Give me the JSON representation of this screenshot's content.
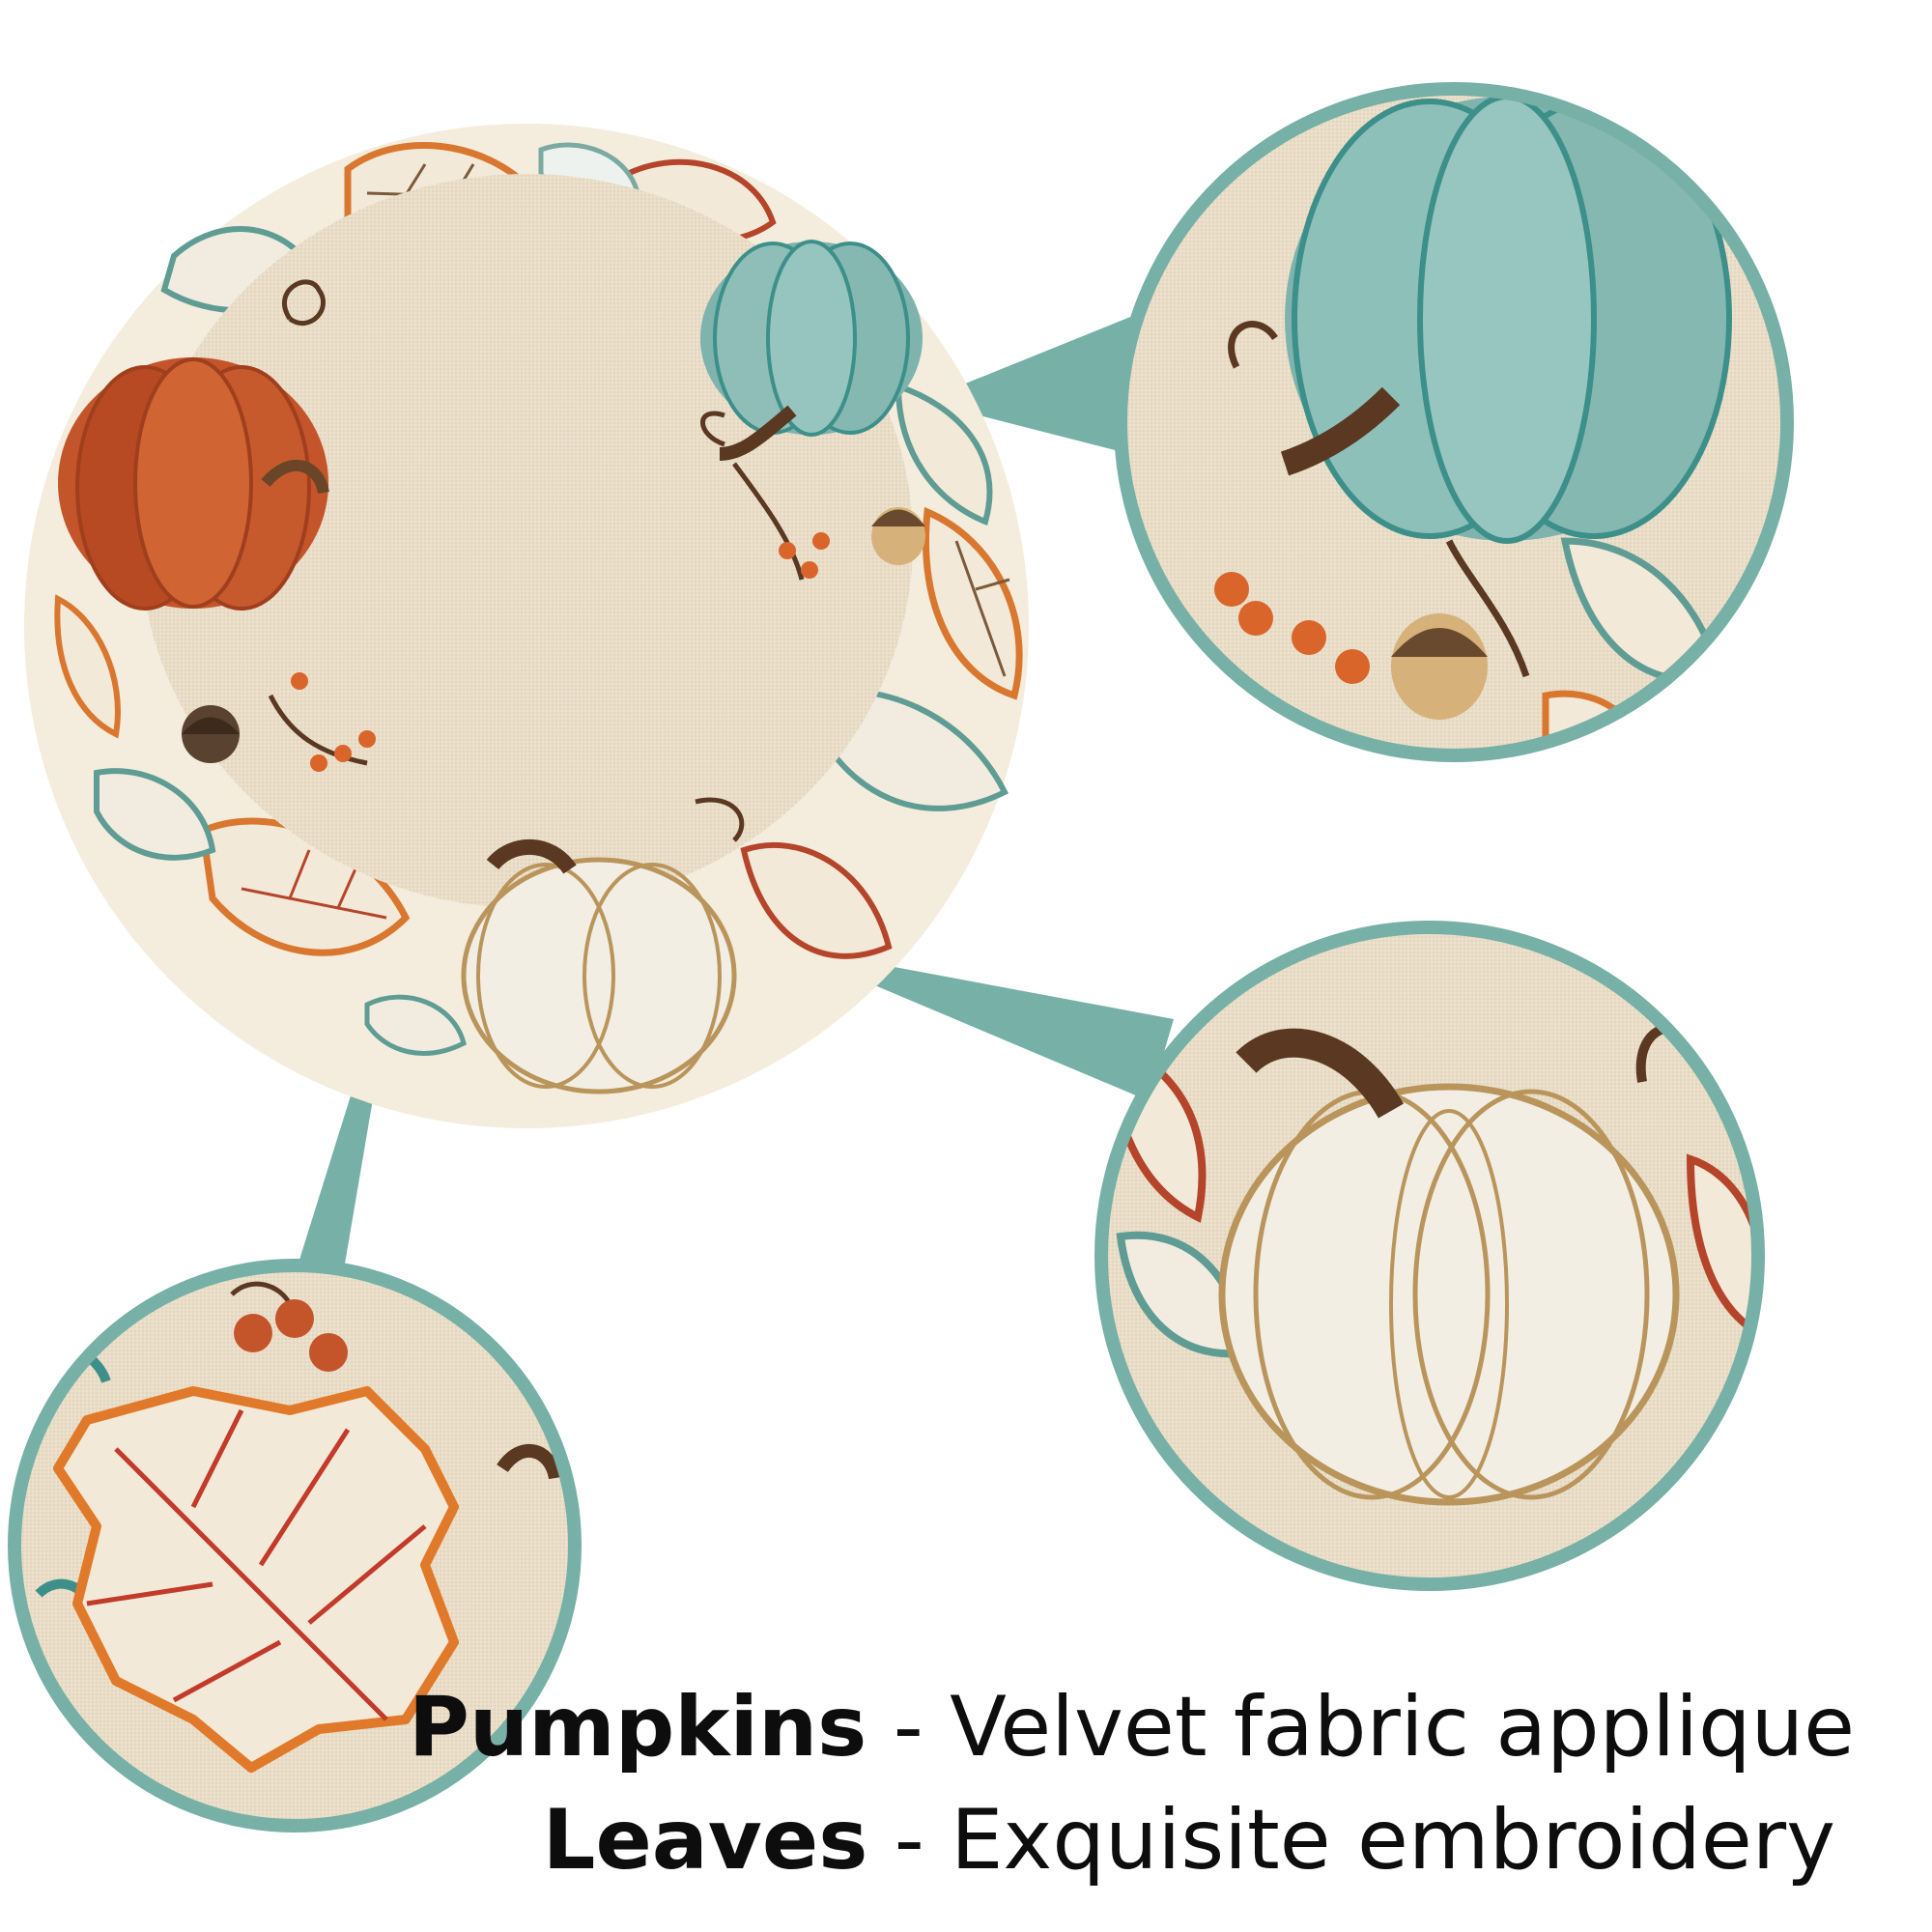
{
  "captions": {
    "line1_bold": "Pumpkins",
    "line1_rest": " - Velvet fabric applique",
    "line2_bold": "Leaves",
    "line2_rest": " - Exquisite embroidery"
  },
  "colors": {
    "accent_teal": "#77b0a6",
    "linen": "#e8dcc6",
    "orange_pumpkin": "#c4552a",
    "teal_pumpkin": "#7fb3ad",
    "white_pumpkin": "#f2eee4",
    "stem_brown": "#5a3822"
  }
}
